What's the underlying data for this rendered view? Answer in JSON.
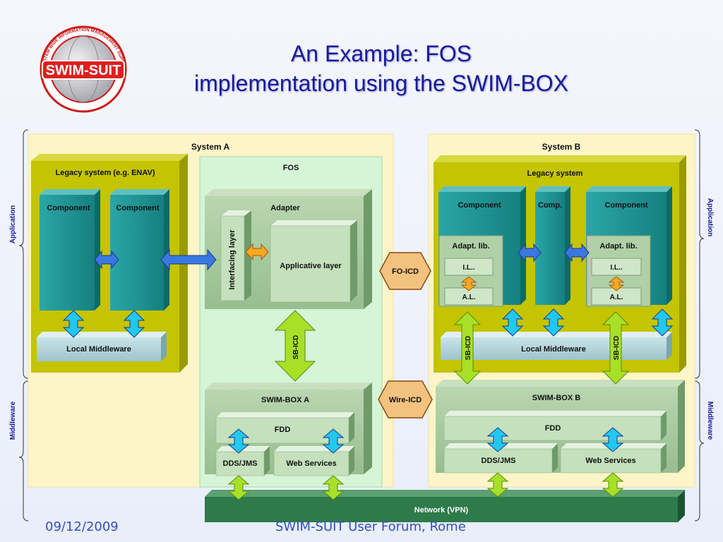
{
  "logo": {
    "name": "SWIM-SUIT",
    "ring_text": "SYSTEM WIDE INFORMATION MANAGEMENT SUPPORTED BY INNOVATIVE TECHNOLOGIES"
  },
  "slide": {
    "title_line1": "An Example: FOS",
    "title_line2": "implementation using the SWIM-BOX",
    "footer_date": "09/12/2009",
    "footer_event": "SWIM-SUIT User Forum, Rome"
  },
  "side_labels": {
    "application": "Application",
    "middleware": "Middleware"
  },
  "system_a": {
    "title": "System A",
    "legacy": {
      "title": "Legacy system (e.g. ENAV)",
      "component1": "Component",
      "component2": "Component",
      "local_middleware": "Local Middleware"
    },
    "fos": {
      "title": "FOS",
      "adapter": "Adapter",
      "interfacing_layer": "Interfacing layer",
      "applicative_layer": "Applicative layer"
    },
    "sb_icd": "SB-ICD",
    "swim_box": {
      "title": "SWIM-BOX A",
      "fdd": "FDD",
      "dds": "DDS/JMS",
      "web_services": "Web Services"
    }
  },
  "system_b": {
    "title": "System B",
    "legacy": {
      "title": "Legacy system",
      "component1": "Component",
      "comp": "Comp.",
      "component2": "Component",
      "adapt_lib": "Adapt. lib.",
      "il": "I.L..",
      "al": "A.L.",
      "local_middleware": "Local Middleware"
    },
    "sb_icd": "SB-ICD",
    "swim_box": {
      "title": "SWIM-BOX B",
      "fdd": "FDD",
      "dds": "DDS/JMS",
      "web_services": "Web Services"
    }
  },
  "interfaces": {
    "fo_icd": "FO-ICD",
    "wire_icd": "Wire-ICD"
  },
  "network": "Network (VPN)",
  "colors": {
    "title": "#1a1a9a",
    "system_bg": "#fdf5c8",
    "legacy_olive": "#c4c400",
    "component_teal": "#1f9a9a",
    "box_green": "#a8c8a0",
    "fos_bg": "#d6f4d6",
    "network": "#2e7a4a",
    "icd_orange": "#f3c27e",
    "arrow_blue": "#3a78e0",
    "arrow_cyan": "#22c8f0",
    "arrow_lime": "#a8e028",
    "arrow_orange": "#f6a81e"
  }
}
